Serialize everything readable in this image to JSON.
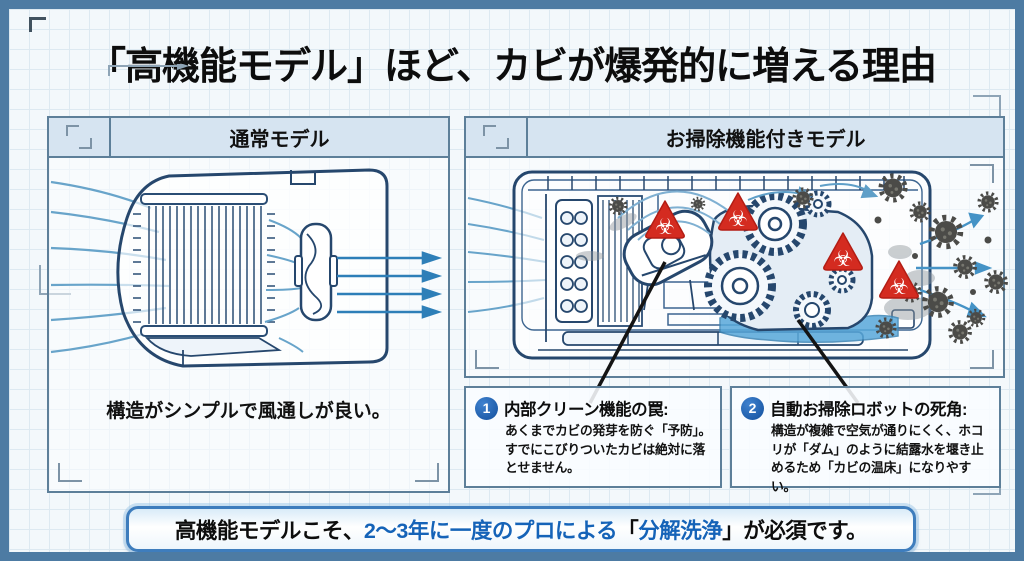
{
  "page_title": "「高機能モデル」ほど、カビが爆発的に増える理由",
  "panels": {
    "normal": {
      "header": "通常モデル",
      "caption": "構造がシンプルで風通しが良い。"
    },
    "cleaning": {
      "header": "お掃除機能付きモデル"
    }
  },
  "callouts": [
    {
      "number": "1",
      "title": "内部クリーン機能の罠:",
      "body": "あくまでカビの発芽を防ぐ「予防」。すでにこびりついたカビは絶対に落とせません。"
    },
    {
      "number": "2",
      "title": "自動お掃除ロボットの死角:",
      "body": "構造が複雑で空気が通りにくく、ホコリが「ダム」のように結露水を堰き止めるため「カビの温床」になりやすい。"
    }
  ],
  "banner": {
    "segments": [
      {
        "text": "高機能モデルこそ、",
        "color": "#0d0d0d"
      },
      {
        "text": "2〜3年に一度のプロによる",
        "color": "#1563b8"
      },
      {
        "text": "「",
        "color": "#0d0d0d"
      },
      {
        "text": "分解洗浄",
        "color": "#1563b8"
      },
      {
        "text": "」",
        "color": "#0d0d0d"
      },
      {
        "text": "が必須です。",
        "color": "#0d0d0d"
      }
    ]
  },
  "icons": {
    "biohazard_warning": "☣",
    "corner_bracket": "⌐",
    "airflow_arrow": "➔",
    "mold_spore": "✱",
    "gear": "⚙"
  },
  "colors": {
    "frame_blue": "#4d7ba3",
    "panel_border": "#5d7f99",
    "header_bg": "#d6e4f1",
    "drawing_navy": "#26476d",
    "airflow_blue": "#2e7fb8",
    "hazard_red": "#d42b20",
    "spore_gray": "#4b4b48",
    "badge_blue": "#1a5fae",
    "banner_border": "#3e7dbd",
    "banner_accent": "#1563b8"
  }
}
